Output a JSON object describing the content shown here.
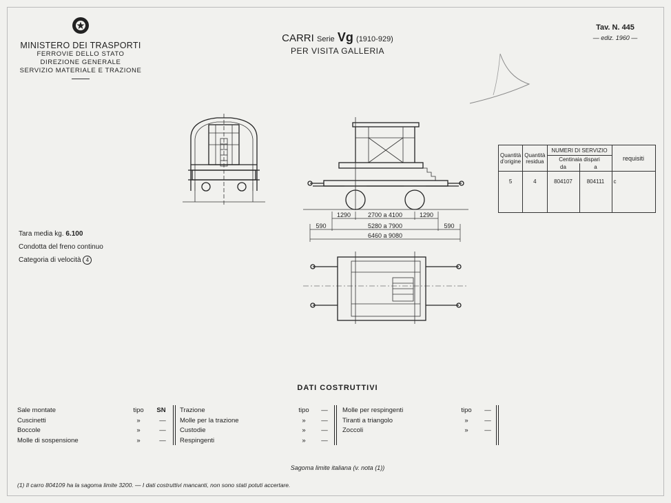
{
  "header": {
    "ministry": "MINISTERO DEI TRASPORTI",
    "line2": "FERROVIE DELLO STATO",
    "line3": "DIREZIONE GENERALE",
    "line4": "SERVIZIO MATERIALE E TRAZIONE",
    "title_carri": "CARRI",
    "title_serie": "Serie",
    "title_vg": "Vg",
    "title_years": "(1910-929)",
    "subtitle": "PER VISITA GALLERIA",
    "tav": "Tav. N. 445",
    "ediz": "— ediz. 1960 —"
  },
  "specs": {
    "tara_label": "Tara media kg.",
    "tara_value": "6.100",
    "freno": "Condotta del freno continuo",
    "categoria_label": "Categoria di velocità",
    "categoria_value": "4"
  },
  "service_table": {
    "h_quantita_origine": "Quantità d'origine",
    "h_quantita_residua": "Quantità residua",
    "h_numeri": "NUMERI DI SERVIZIO",
    "h_centinaia": "Centinaia dispari",
    "h_da": "da",
    "h_a": "a",
    "h_requisiti": "requisiti",
    "row": {
      "origine": "5",
      "residua": "4",
      "da": "804107",
      "a": "804111",
      "requisiti": "c"
    }
  },
  "dimensions": {
    "d1": "1290",
    "d2": "2700 a 4100",
    "d3": "1290",
    "d4": "590",
    "d5": "5280 a 7900",
    "d6": "590",
    "d7": "6460 a 9080"
  },
  "dati": {
    "title": "DATI COSTRUTTIVI",
    "col1": [
      {
        "label": "Sale montate",
        "tipo": "tipo",
        "value": "SN"
      },
      {
        "label": "Cuscinetti",
        "tipo": "»",
        "value": "—"
      },
      {
        "label": "Boccole",
        "tipo": "»",
        "value": "—"
      },
      {
        "label": "Molle di sospensione",
        "tipo": "»",
        "value": "—"
      }
    ],
    "col2": [
      {
        "label": "Trazione",
        "tipo": "tipo",
        "value": "—"
      },
      {
        "label": "Molle per la trazione",
        "tipo": "»",
        "value": "—"
      },
      {
        "label": "Custodie",
        "tipo": "»",
        "value": "—"
      },
      {
        "label": "Respingenti",
        "tipo": "»",
        "value": "—"
      }
    ],
    "col3": [
      {
        "label": "Molle per respingenti",
        "tipo": "tipo",
        "value": "—"
      },
      {
        "label": "Tiranti a triangolo",
        "tipo": "»",
        "value": "—"
      },
      {
        "label": "Zoccoli",
        "tipo": "»",
        "value": "—"
      }
    ]
  },
  "sagoma": "Sagoma limite italiana (v. nota (1))",
  "note": "(1) Il carro 804109 ha la sagoma limite 3200. — I dati costruttivi mancanti, non sono stati potuti accertare."
}
